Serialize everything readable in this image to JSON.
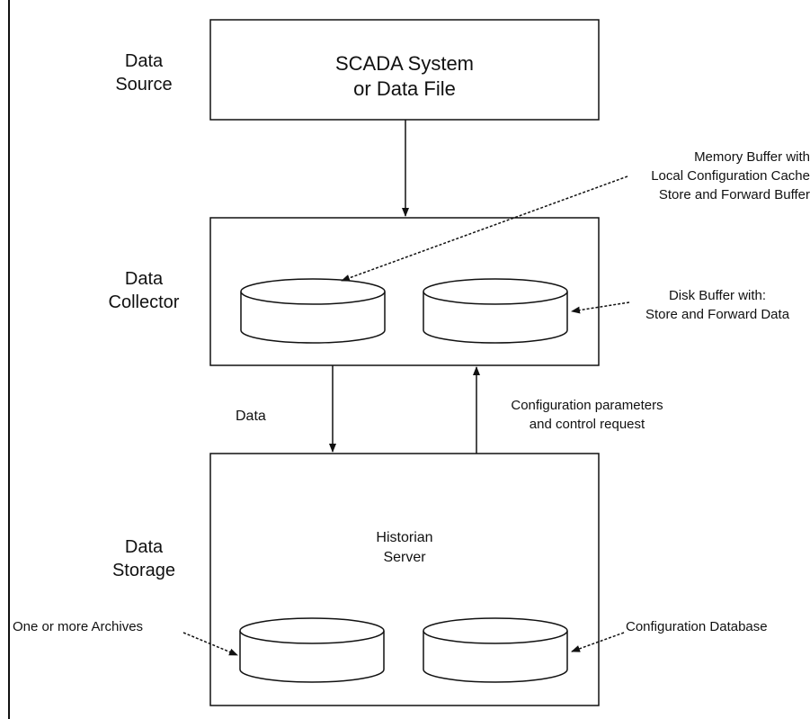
{
  "tiers": {
    "source": "Data\nSource",
    "collector": "Data\nCollector",
    "storage": "Data\nStorage"
  },
  "boxes": {
    "scada": "SCADA System\nor Data File",
    "historian": "Historian\nServer"
  },
  "annotations": {
    "memory_buffer": "Memory Buffer with\nLocal Configuration Cache\nStore and Forward Buffer",
    "disk_buffer": "Disk Buffer with:\nStore and Forward Data",
    "data": "Data",
    "config_params": "Configuration parameters\nand control request",
    "archives": "One or more Archives",
    "config_db": "Configuration Database"
  },
  "colors": {
    "line": "#111111",
    "background": "#ffffff"
  }
}
